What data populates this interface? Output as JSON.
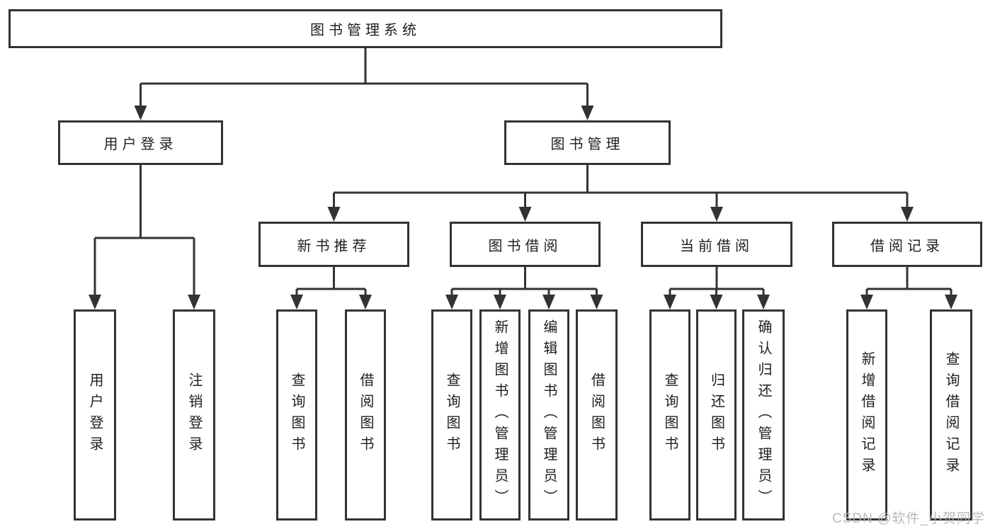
{
  "diagram_title": "图书管理系统",
  "tree": {
    "root": {
      "label": "图书管理系统"
    },
    "branches": [
      {
        "label": "用户登录",
        "children": [
          {
            "label": "用户登录"
          },
          {
            "label": "注销登录"
          }
        ]
      },
      {
        "label": "图书管理",
        "children": [
          {
            "label": "新书推荐",
            "children": [
              {
                "label": "查询图书"
              },
              {
                "label": "借阅图书"
              }
            ]
          },
          {
            "label": "图书借阅",
            "children": [
              {
                "label": "查询图书"
              },
              {
                "label": "新增图书（管理员）"
              },
              {
                "label": "编辑图书（管理员）"
              },
              {
                "label": "借阅图书"
              }
            ]
          },
          {
            "label": "当前借阅",
            "children": [
              {
                "label": "查询图书"
              },
              {
                "label": "归还图书"
              },
              {
                "label": "确认归还（管理员）"
              }
            ]
          },
          {
            "label": "借阅记录",
            "children": [
              {
                "label": "新增借阅记录"
              },
              {
                "label": "查询借阅记录"
              }
            ]
          }
        ]
      }
    ]
  },
  "watermark": {
    "text": "CSDN @软件_小贺同学"
  },
  "colors": {
    "line": "#333333",
    "box_border": "#333333",
    "text": "#1f1f1f",
    "watermark": "#b4b4b4",
    "background": "#ffffff"
  }
}
